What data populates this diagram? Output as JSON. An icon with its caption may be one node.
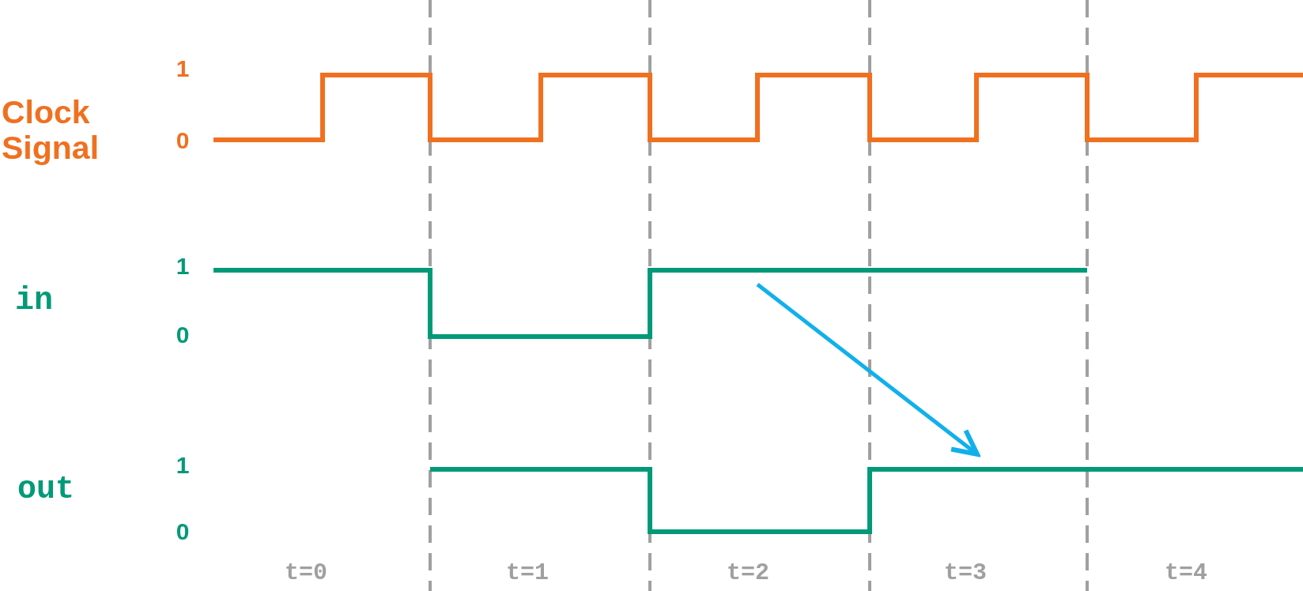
{
  "diagram": {
    "labels": [
      "Clock Signal",
      "1",
      "0",
      "in",
      "1",
      "0",
      "out",
      "1",
      "0",
      "t=0",
      "t=1",
      "t=2",
      "t=3",
      "t=4"
    ]
  }
}
